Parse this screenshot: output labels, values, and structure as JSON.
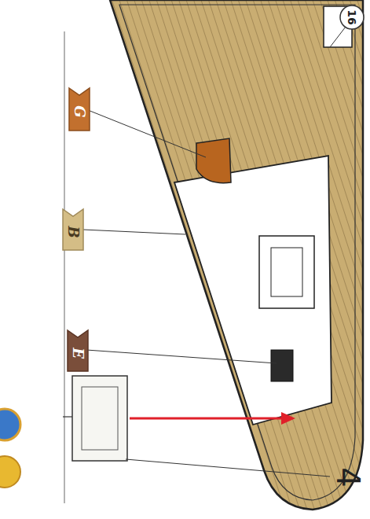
{
  "diagram": {
    "nodes": [
      {
        "text": [
          "16"
        ]
      },
      {
        "text": [
          "G"
        ]
      },
      {
        "text": [
          "B"
        ]
      },
      {
        "text": [
          "E"
        ]
      }
    ],
    "labels": [
      "4"
    ]
  }
}
